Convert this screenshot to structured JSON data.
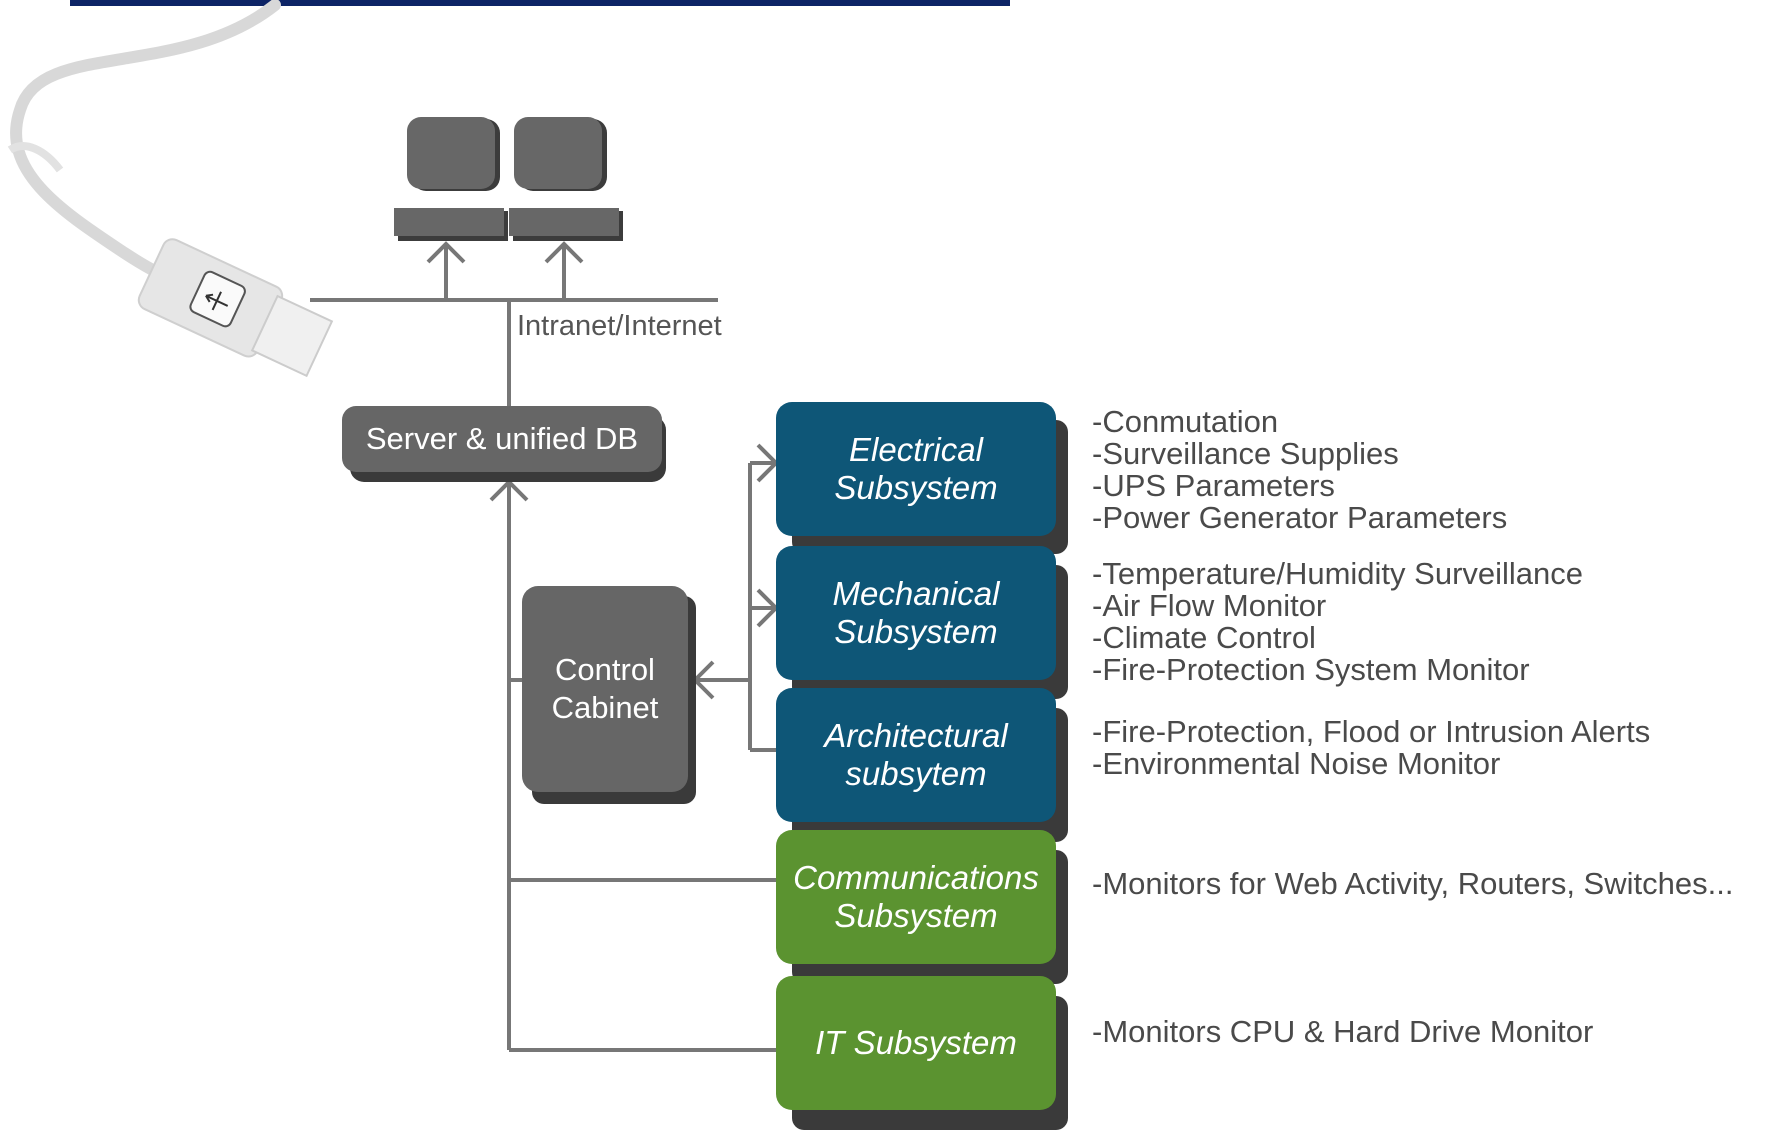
{
  "network": {
    "label": "Intranet/Internet"
  },
  "server": {
    "label": "Server & unified DB"
  },
  "control_cabinet": {
    "label": "Control\nCabinet"
  },
  "subsystems": [
    {
      "name": "Electrical\nSubsystem",
      "color": "#0e5677",
      "notes": [
        "-Conmutation",
        "-Surveillance Supplies",
        "-UPS Parameters",
        "-Power Generator Parameters"
      ]
    },
    {
      "name": "Mechanical\nSubsystem",
      "color": "#0e5677",
      "notes": [
        "-Temperature/Humidity Surveillance",
        "-Air Flow Monitor",
        "-Climate Control",
        "-Fire-Protection System Monitor"
      ]
    },
    {
      "name": "Architectural\nsubsytem",
      "color": "#0e5677",
      "notes": [
        "-Fire-Protection, Flood or Intrusion  Alerts",
        "-Environmental Noise Monitor"
      ]
    },
    {
      "name": "Communications\nSubsystem",
      "color": "#5b9330",
      "notes": [
        "-Monitors for Web Activity, Routers, Switches..."
      ]
    },
    {
      "name": "IT Subsystem",
      "color": "#5b9330",
      "notes": [
        "-Monitors CPU & Hard Drive Monitor"
      ]
    }
  ],
  "icons": {
    "usb_cable": "usb-cable-icon",
    "computer": "computer-icon"
  },
  "colors": {
    "title_bar": "#0d2466",
    "node_gray": "#666666",
    "connector": "#777777"
  }
}
